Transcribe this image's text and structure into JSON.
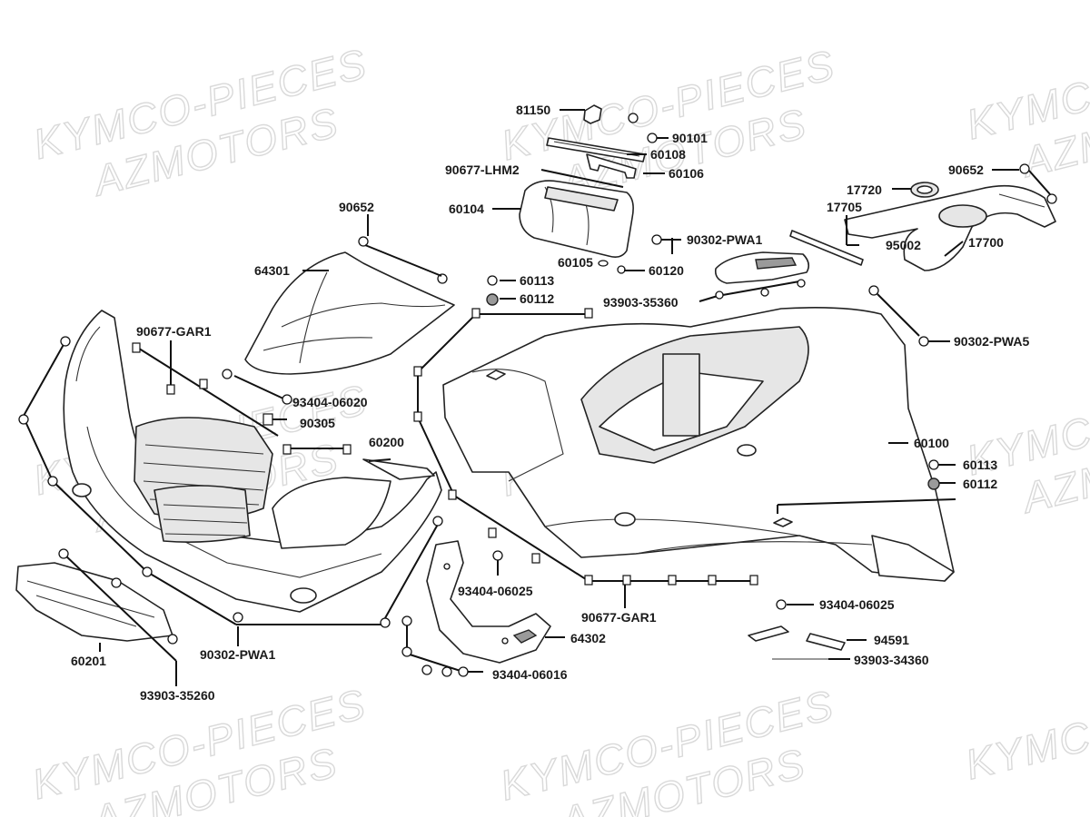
{
  "watermark": {
    "line1": "KYMCO-PIECES",
    "line2": "AZMOTORS"
  },
  "labels": {
    "p81150": "81150",
    "p90101": "90101",
    "p60108": "60108",
    "p90677_lhm2": "90677-LHM2",
    "p60106": "60106",
    "p60104": "60104",
    "p90652_top": "90652",
    "p90652_right": "90652",
    "p17720": "17720",
    "p17705": "17705",
    "p17700": "17700",
    "p95002": "95002",
    "p90302_pwa1_top": "90302-PWA1",
    "p60105": "60105",
    "p60120": "60120",
    "p60113_top": "60113",
    "p60112_top": "60112",
    "p93903_35360": "93903-35360",
    "p64301": "64301",
    "p90677_gar1_left": "90677-GAR1",
    "p90302_pwa5": "90302-PWA5",
    "p93404_06020": "93404-06020",
    "p90305": "90305",
    "p60200": "60200",
    "p60100": "60100",
    "p60113_right": "60113",
    "p60112_right": "60112",
    "p93404_06025_mid": "93404-06025",
    "p90677_gar1_bottom": "90677-GAR1",
    "p93404_06025_right": "93404-06025",
    "p64302": "64302",
    "p94591": "94591",
    "p93903_34360": "93903-34360",
    "p60201": "60201",
    "p90302_pwa1_bottom": "90302-PWA1",
    "p93404_06016": "93404-06016",
    "p93903_35260": "93903-35260"
  }
}
